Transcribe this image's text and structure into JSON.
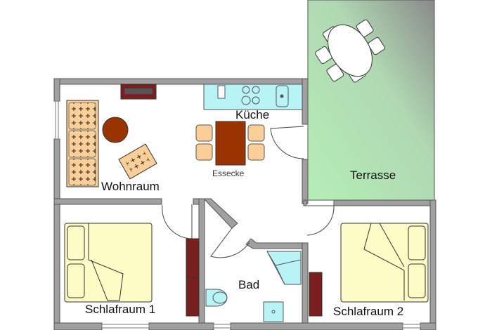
{
  "rooms": {
    "terrace": "Terrasse",
    "kitchen": "Küche",
    "dining": "Essecke",
    "living": "Wohnraum",
    "bedroom1": "Schlafraum 1",
    "bath": "Bad",
    "bedroom2": "Schlafraum 2"
  },
  "colors": {
    "wall": "#a0a0a0",
    "terrace": "#b7ecb9",
    "wood": "#993300",
    "cushion": "#fbcf97",
    "bed": "#fdfbc6",
    "kitchen": "#b8f3f5",
    "wardrobe": "#7a1f1f"
  }
}
